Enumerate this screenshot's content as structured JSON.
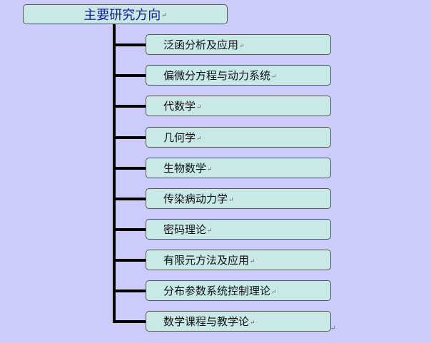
{
  "root": {
    "label": "主要研究方向",
    "mark": "↵"
  },
  "children": [
    {
      "label": "泛函分析及应用",
      "mark": "↵"
    },
    {
      "label": "偏微分方程与动力系统",
      "mark": "↵"
    },
    {
      "label": "代数学",
      "mark": "↵"
    },
    {
      "label": "几何学",
      "mark": "↵"
    },
    {
      "label": "生物数学",
      "mark": "↵"
    },
    {
      "label": "传染病动力学",
      "mark": "↵"
    },
    {
      "label": "密码理论",
      "mark": "↵"
    },
    {
      "label": "有限元方法及应用",
      "mark": "↵"
    },
    {
      "label": "分布参数系统控制理论",
      "mark": "↵"
    },
    {
      "label": "数学课程与教学论",
      "mark": "↵"
    }
  ],
  "end_mark": "↵"
}
